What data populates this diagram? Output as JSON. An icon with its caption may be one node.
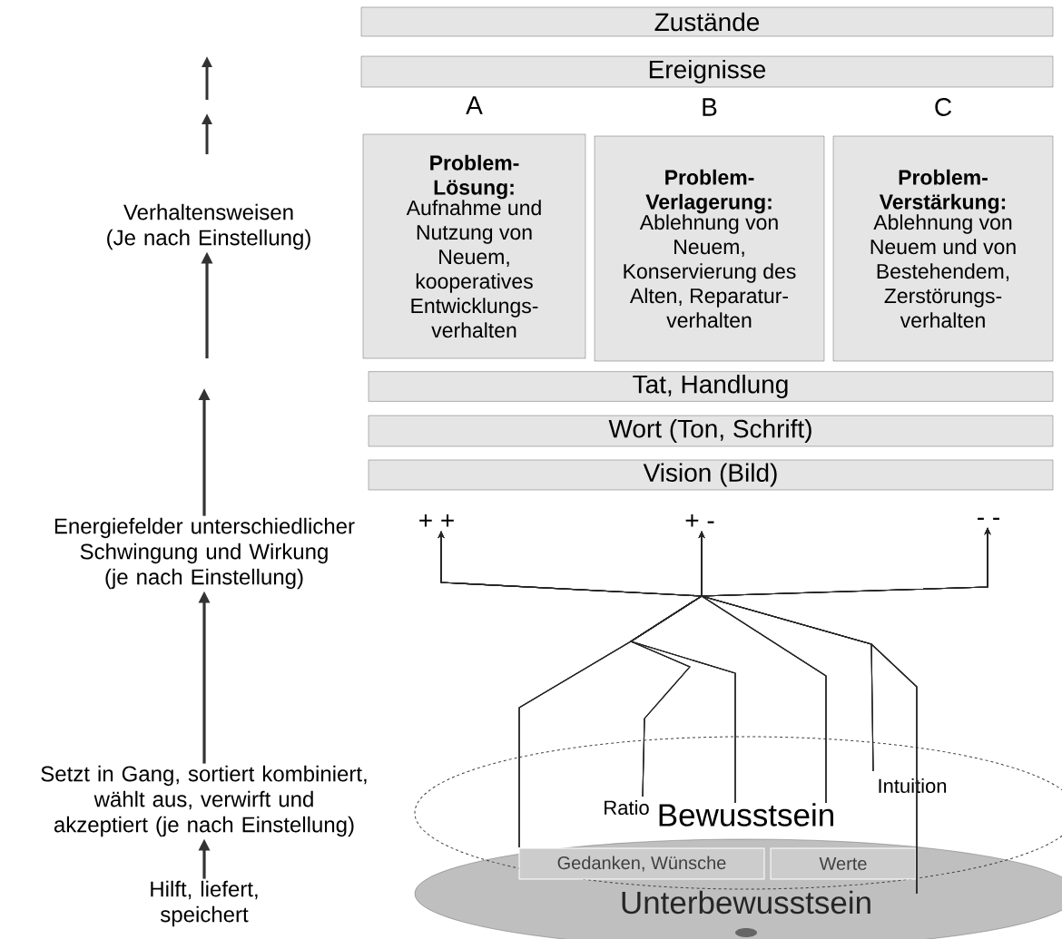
{
  "diagram": {
    "nodes": [
      {
        "text": [
          "Zustände"
        ]
      },
      {
        "text": [
          "Ereignisse"
        ]
      },
      {
        "text": [
          "A",
          "Problem- Lösung:",
          "Aufnahme und Nutzung von Neuem, kooperatives Entwicklungs- verhalten"
        ]
      },
      {
        "text": [
          "B",
          "Problem- Verlagerung:",
          "Ablehnung von Neuem, Konservierung des Alten, Reparatur- verhalten"
        ]
      },
      {
        "text": [
          "C",
          "Problem- Verstärkung:",
          "Ablehnung von Neuem und von Bestehendem, Zerstörungs- verhalten"
        ]
      },
      {
        "text": [
          "Tat, Handlung"
        ]
      },
      {
        "text": [
          "Wort (Ton, Schrift)"
        ]
      },
      {
        "text": [
          "Vision (Bild)"
        ]
      },
      {
        "text": [
          "Verhaltensweisen (Je nach Einstellung)"
        ]
      },
      {
        "text": [
          "Energiefelder unterschiedlicher Schwingung und Wirkung (je nach Einstellung)"
        ]
      },
      {
        "text": [
          "Setzt in Gang, sortiert kombiniert, wählt aus, verwirft und akzeptiert (je nach Einstellung)"
        ]
      },
      {
        "text": [
          "Hilft, liefert, speichert"
        ]
      },
      {
        "text": [
          "+ +"
        ]
      },
      {
        "text": [
          "+ -"
        ]
      },
      {
        "text": [
          "- -"
        ]
      },
      {
        "text": [],
        "shape": "ellipse"
      },
      {
        "text": [
          "Bewusstsein"
        ],
        "in": 15
      },
      {
        "text": [
          "Ratio"
        ],
        "in": 15
      },
      {
        "text": [
          "Intuition"
        ],
        "in": 15
      },
      {
        "text": [
          "Unterbewusstsein"
        ]
      },
      {
        "text": [
          "Gedanken, Wünsche"
        ]
      },
      {
        "text": [
          "Werte"
        ]
      }
    ],
    "edges": [
      {
        "from": 11,
        "to": 10,
        "arrow": "to",
        "style": "thick"
      },
      {
        "from": 10,
        "to": 9,
        "arrow": "to",
        "style": "thick"
      },
      {
        "from": null,
        "to": 8,
        "arrow": "to",
        "style": "thick"
      },
      {
        "from": 9,
        "to": null,
        "arrow": "to",
        "style": "thick"
      },
      {
        "from": 20,
        "to": 12,
        "arrow": "to"
      },
      {
        "from": 20,
        "to": 13,
        "arrow": "to"
      },
      {
        "from": 20,
        "to": 14,
        "arrow": "to"
      },
      {
        "from": 17,
        "to": 12,
        "arrow": "to"
      },
      {
        "from": 17,
        "to": 13,
        "arrow": "to"
      },
      {
        "from": 17,
        "to": 14,
        "arrow": "to"
      },
      {
        "from": 16,
        "to": 12,
        "arrow": "to"
      },
      {
        "from": 16,
        "to": 13,
        "arrow": "to"
      },
      {
        "from": 16,
        "to": 14,
        "arrow": "to"
      },
      {
        "from": 16,
        "to": 12,
        "arrow": "to"
      },
      {
        "from": 16,
        "to": 13,
        "arrow": "to"
      },
      {
        "from": 16,
        "to": 14,
        "arrow": "to"
      },
      {
        "from": 18,
        "to": 12,
        "arrow": "to"
      },
      {
        "from": 18,
        "to": 13,
        "arrow": "to"
      },
      {
        "from": 18,
        "to": 14,
        "arrow": "to"
      },
      {
        "from": 19,
        "to": 12,
        "arrow": "to"
      },
      {
        "from": 19,
        "to": 13,
        "arrow": "to"
      },
      {
        "from": 19,
        "to": 14,
        "arrow": "to"
      }
    ]
  }
}
